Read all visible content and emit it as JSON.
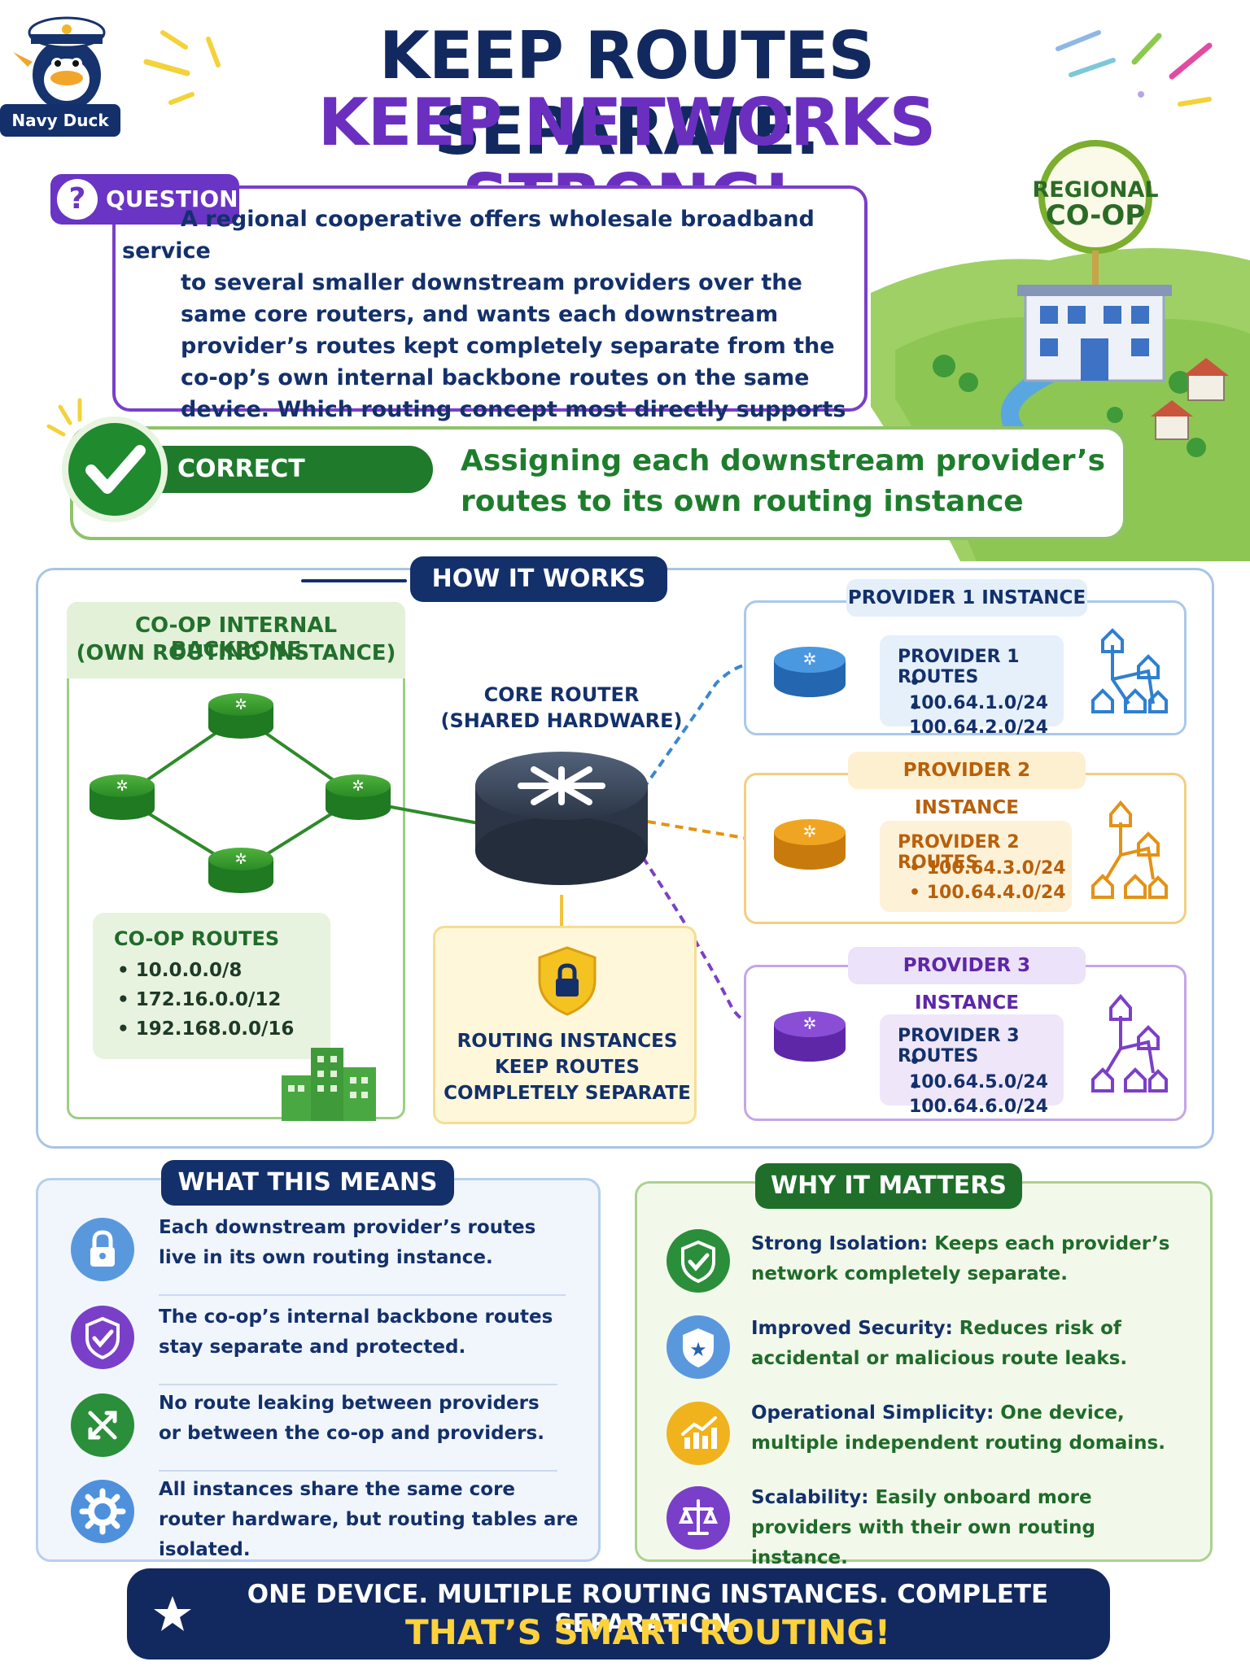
{
  "brand": {
    "mascot_name": "Navy Duck"
  },
  "header": {
    "title_line_1": "KEEP ROUTES SEPARATE.",
    "title_line_2": "KEEP NETWORKS STRONG!"
  },
  "question": {
    "label": "QUESTION:",
    "text_first": "A regional cooperative offers wholesale broadband service",
    "text_rest": "to several smaller downstream providers over the same core routers, and wants each downstream provider’s routes kept completely separate from the co-op’s own internal backbone routes on the same device. Which routing concept most directly supports this kind of separation?"
  },
  "sign": {
    "line_1": "REGIONAL",
    "line_2": "CO-OP"
  },
  "answer": {
    "label": "CORRECT ANSWER:",
    "text": "Assigning each downstream provider’s routes to its own routing instance"
  },
  "how_it_works": {
    "label": "HOW IT WORKS",
    "backbone": {
      "title_line_1": "CO-OP INTERNAL BACKBONE",
      "title_line_2": "(OWN ROUTING INSTANCE)",
      "routes_title": "CO-OP ROUTES",
      "routes": [
        "10.0.0.0/8",
        "172.16.0.0/12",
        "192.168.0.0/16"
      ]
    },
    "core": {
      "label_line_1": "CORE ROUTER",
      "label_line_2": "(SHARED HARDWARE)"
    },
    "shield": {
      "lines": [
        "ROUTING INSTANCES",
        "KEEP ROUTES",
        "COMPLETELY SEPARATE"
      ]
    },
    "providers": [
      {
        "instance_label": "PROVIDER 1 INSTANCE",
        "routes_title": "PROVIDER 1 ROUTES",
        "routes": [
          "100.64.1.0/24",
          "100.64.2.0/24"
        ],
        "color": "#2f7fd0"
      },
      {
        "instance_label": "PROVIDER 2 INSTANCE",
        "routes_title": "PROVIDER 2 ROUTES",
        "routes": [
          "100.64.3.0/24",
          "100.64.4.0/24"
        ],
        "color": "#e39216"
      },
      {
        "instance_label": "PROVIDER 3 INSTANCE",
        "routes_title": "PROVIDER 3 ROUTES",
        "routes": [
          "100.64.5.0/24",
          "100.64.6.0/24"
        ],
        "color": "#7c3fc6"
      }
    ]
  },
  "what_this_means": {
    "label": "WHAT THIS MEANS",
    "items": [
      {
        "icon": "lock-icon",
        "text": "Each downstream provider’s routes live in its own routing instance."
      },
      {
        "icon": "shield-check-icon",
        "text": "The co-op’s internal backbone routes stay separate and protected."
      },
      {
        "icon": "no-leak-icon",
        "text": "No route leaking between providers or between the co-op and providers."
      },
      {
        "icon": "gear-icon",
        "text": "All instances share the same core router hardware, but routing tables are isolated."
      }
    ]
  },
  "why_it_matters": {
    "label": "WHY IT MATTERS",
    "items": [
      {
        "icon": "shield-check-icon",
        "title": "Strong Isolation:",
        "text": " Keeps each provider’s network completely separate."
      },
      {
        "icon": "shield-star-icon",
        "title": "Improved Security:",
        "text": " Reduces risk of accidental or malicious route leaks."
      },
      {
        "icon": "chart-up-icon",
        "title": "Operational Simplicity:",
        "text": " One device, multiple independent routing domains."
      },
      {
        "icon": "scales-icon",
        "title": "Scalability:",
        "text": " Easily onboard more providers with their own routing instance."
      }
    ]
  },
  "banner": {
    "line_1": "ONE DEVICE. MULTIPLE ROUTING INSTANCES. COMPLETE SEPARATION.",
    "line_2": "THAT’S SMART ROUTING!"
  },
  "colors": {
    "navy": "#13306b",
    "purple": "#6b2fc0",
    "green": "#1f7a2b",
    "blue": "#2f7fd0",
    "orange": "#e39216",
    "violet": "#7c3fc6"
  }
}
